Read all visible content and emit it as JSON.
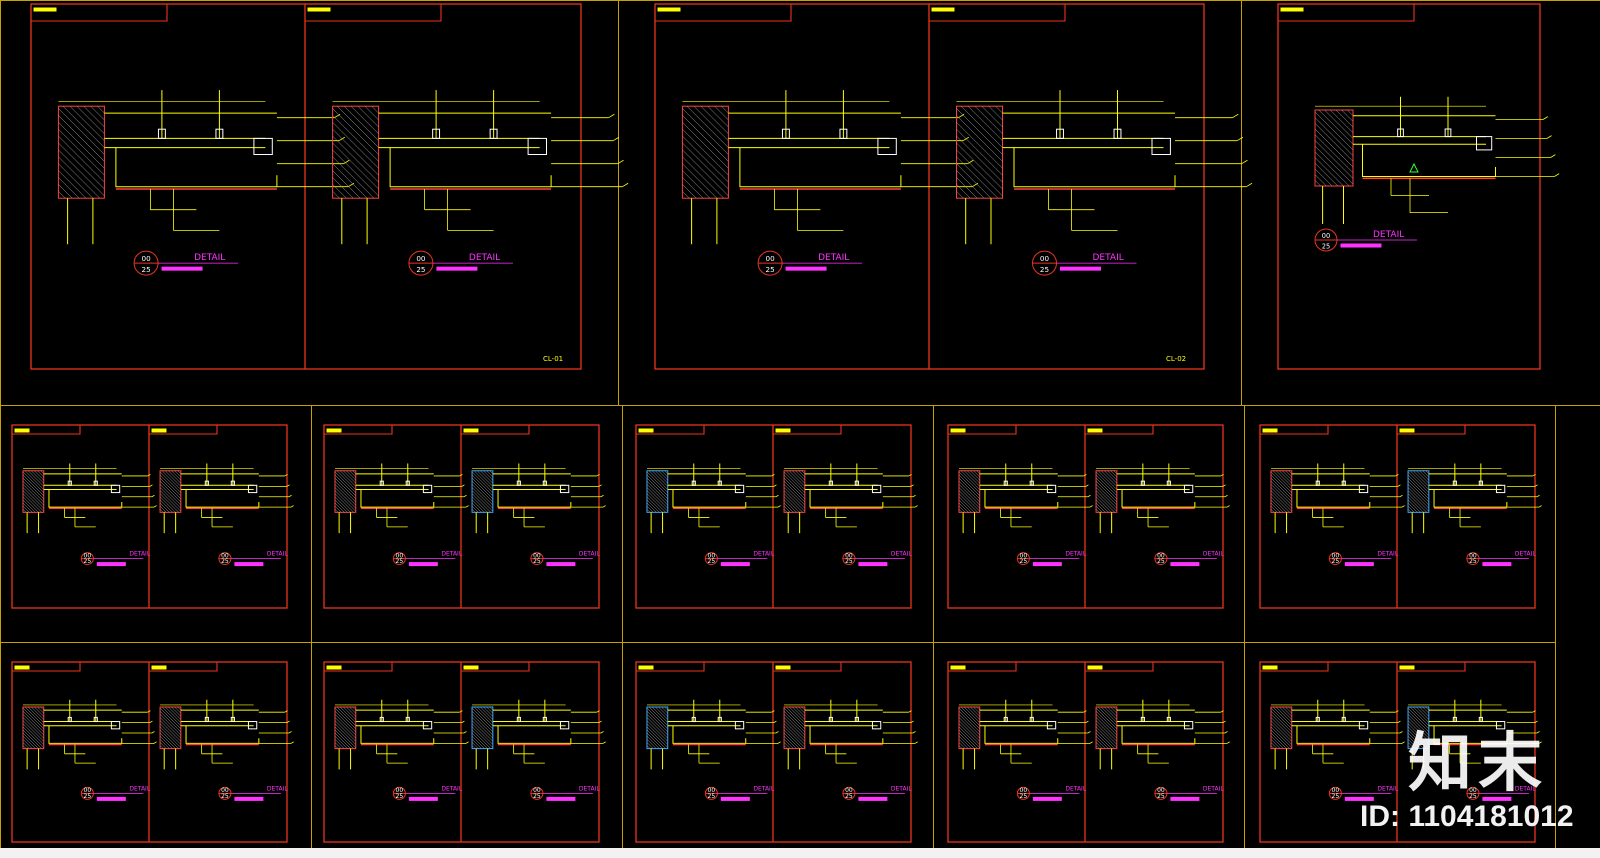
{
  "drawing": {
    "sheet_refs": [
      "CL-01",
      "CL-02"
    ],
    "detail_label": "DETAIL",
    "bubble_top": "00",
    "bubble_bottom": "25",
    "colors": {
      "background": "#000000",
      "sheet_border": "#c8a000",
      "frame": "#e8351e",
      "section": "#ffff00",
      "hatch": "#ff4040",
      "annotation": "#ff33ff",
      "wall_hatch": "#aaaaaa",
      "blue": "#3aa6ff",
      "green": "#33ff33"
    }
  },
  "watermark": {
    "logo_text": "知末",
    "id_text": "ID: 1104181012"
  }
}
